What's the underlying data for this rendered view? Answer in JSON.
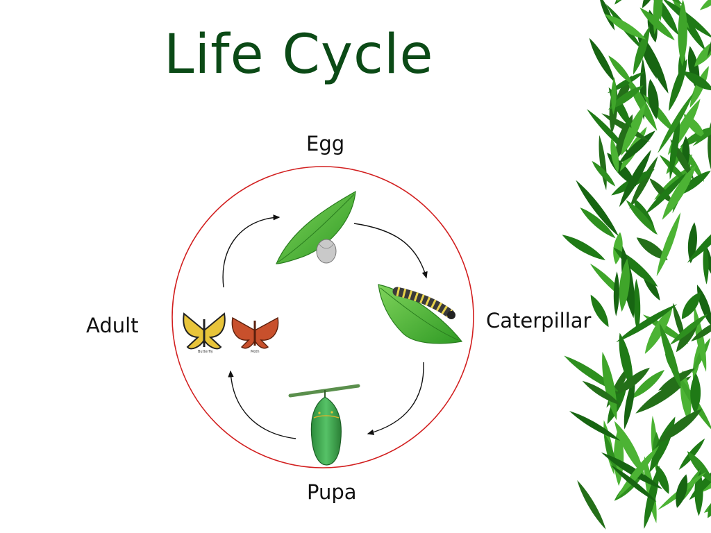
{
  "title": "Life Cycle",
  "stages": {
    "egg": "Egg",
    "caterpillar": "Caterpillar",
    "pupa": "Pupa",
    "adult": "Adult"
  },
  "adult_captions": {
    "butterfly": "Butterfly",
    "moth": "Moth"
  },
  "colors": {
    "title": "#0b4a16",
    "circle": "#d21f1f",
    "leaf": "#3fae2e",
    "bamboo": "#1f7a16"
  }
}
